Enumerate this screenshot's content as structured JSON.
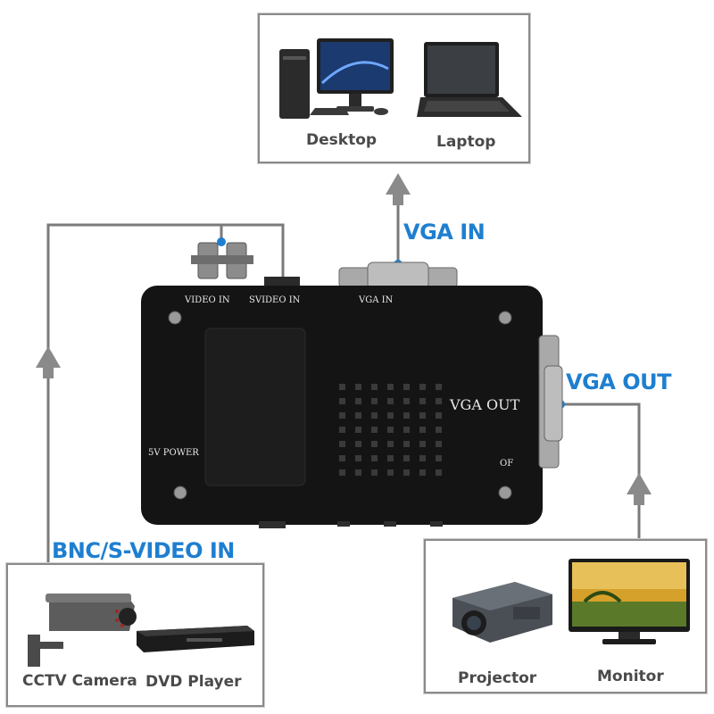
{
  "sources_top": {
    "items": [
      "Desktop",
      "Laptop"
    ]
  },
  "sources_left": {
    "items": [
      "CCTV Camera",
      "DVD Player"
    ]
  },
  "outputs_right": {
    "items": [
      "Projector",
      "Monitor"
    ]
  },
  "callouts": {
    "vga_in": "VGA IN",
    "vga_out": "VGA OUT",
    "bnc_in": "BNC/S-VIDEO IN"
  },
  "device": {
    "video_in": "VIDEO IN",
    "svideo_in": "SVIDEO IN",
    "vga_in": "VGA IN",
    "vga_out": "VGA OUT",
    "power": "5V POWER",
    "of": "OF"
  },
  "colors": {
    "callout": "#1e7fd0",
    "device_body": "#141414",
    "lines": "#7a7a7a",
    "box_border": "#8a8a8a"
  },
  "icons": [
    "desktop-computer-icon",
    "laptop-icon",
    "cctv-camera-icon",
    "dvd-player-icon",
    "projector-icon",
    "monitor-icon"
  ]
}
